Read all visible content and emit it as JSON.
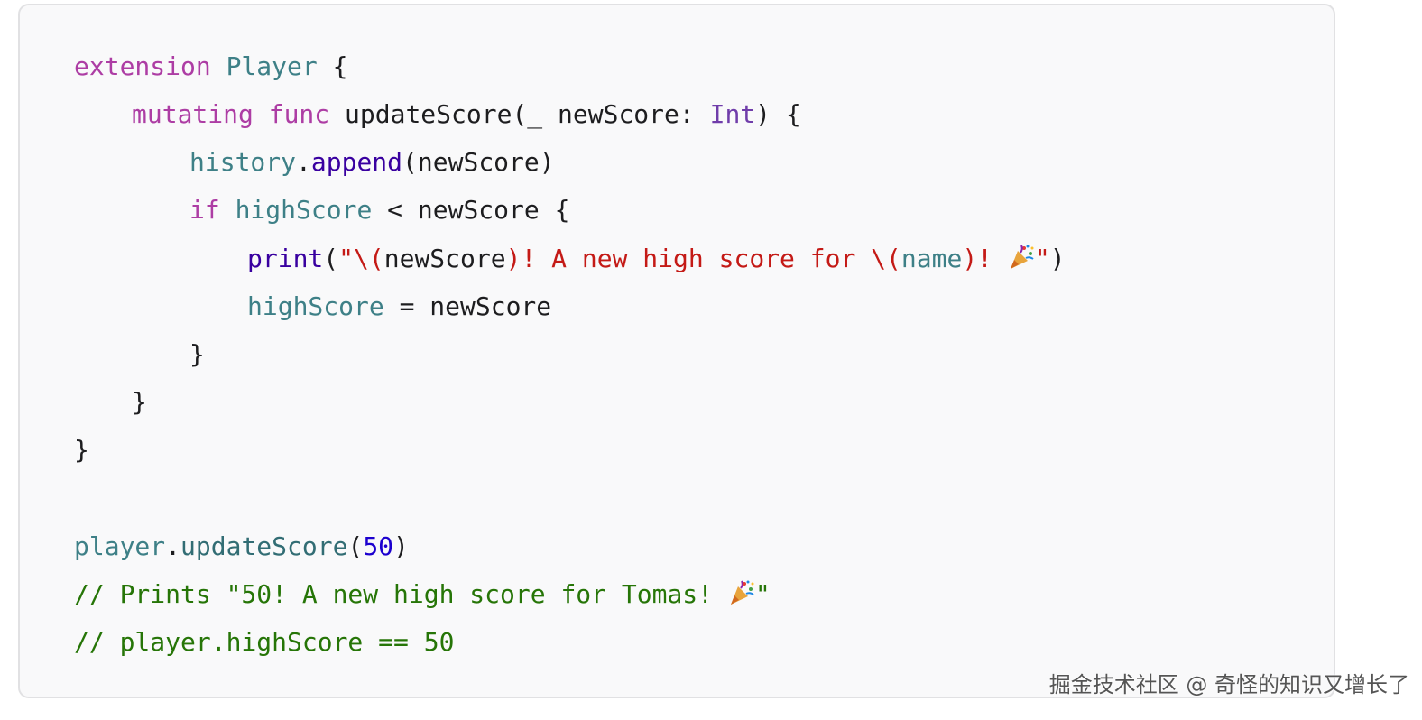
{
  "code": {
    "lines": [
      {
        "tokens": [
          "extension",
          " ",
          "Player",
          " {"
        ]
      },
      {
        "tokens": [
          "mutating",
          " ",
          "func",
          " updateScore(_ newScore: ",
          "Int",
          ") {"
        ]
      },
      {
        "tokens": [
          "history",
          ".",
          "append",
          "(newScore)"
        ]
      },
      {
        "tokens": [
          "if",
          " ",
          "highScore",
          " < newScore {"
        ]
      },
      {
        "tokens": [
          "print",
          "(",
          "\"\\(",
          "newScore",
          ")! A new high score for \\(",
          "name",
          ")! ",
          "\"",
          ")"
        ]
      },
      {
        "tokens": [
          "highScore",
          " = newScore"
        ]
      },
      {
        "tokens": [
          "}"
        ]
      },
      {
        "tokens": [
          "}"
        ]
      },
      {
        "tokens": [
          "}"
        ]
      },
      {
        "tokens": [
          "player",
          ".",
          "updateScore",
          "(",
          "50",
          ")"
        ]
      },
      {
        "tokens": [
          "// Prints \"50! A new high score for Tomas! ",
          "\""
        ]
      },
      {
        "tokens": [
          "// player.highScore == 50"
        ]
      }
    ],
    "emoji": "party-popper-icon"
  },
  "watermark": {
    "text": "掘金技术社区 @ 奇怪的知识又增长了"
  },
  "colors": {
    "background": "#f9f9fa",
    "border": "#e1e1e3",
    "keyword": "#9b2393",
    "type": "#703daa",
    "identifier": "#3e8087",
    "function": "#3900a0",
    "string": "#c41a16",
    "number": "#1c00cf",
    "comment": "#267507"
  }
}
